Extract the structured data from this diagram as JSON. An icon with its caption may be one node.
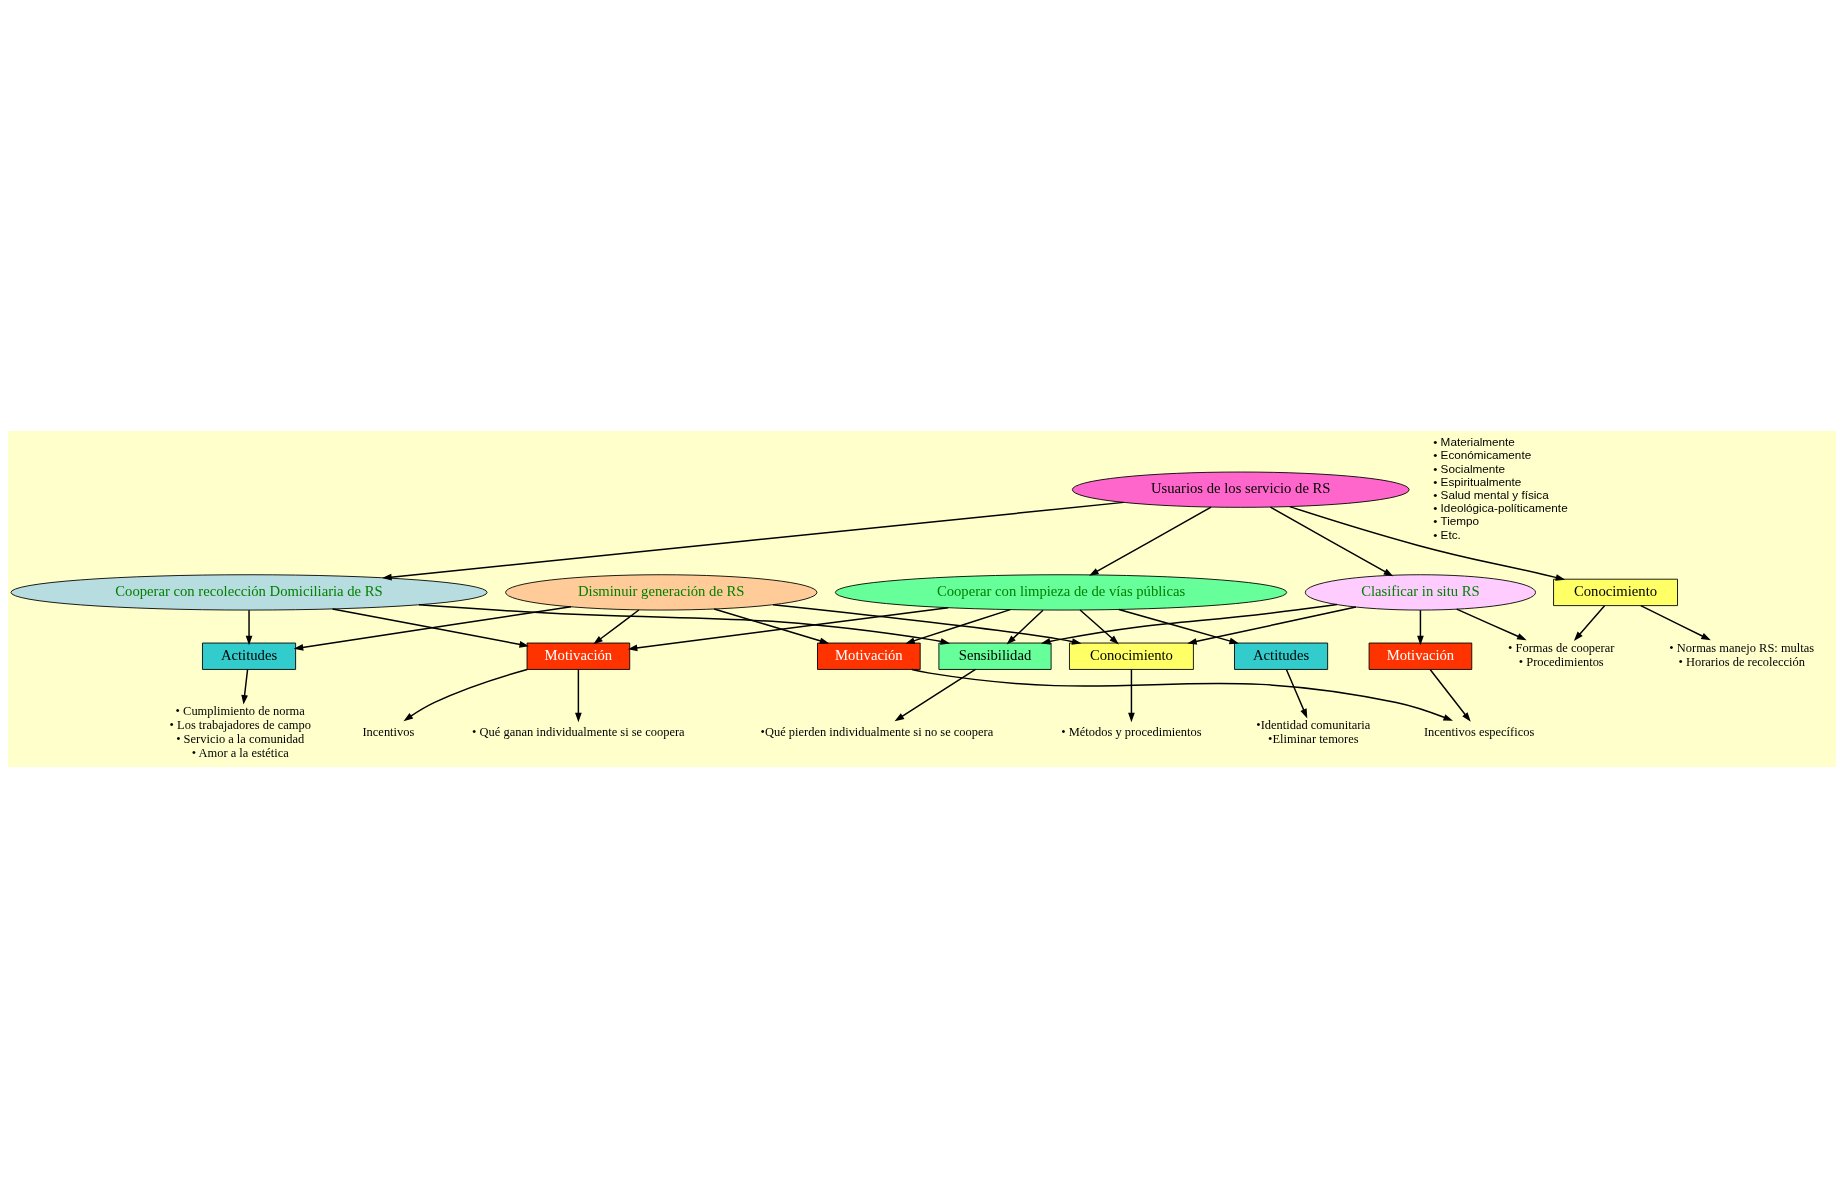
{
  "diagram": {
    "nodes": [
      {
        "text": [
          "Usuarios de los servicio de RS"
        ]
      },
      {
        "text": [
          "Cooperar con recolección Domiciliaria de RS"
        ]
      },
      {
        "text": [
          "Clasificar in situ RS"
        ]
      },
      {
        "text": [
          "Cooperar con limpieza de de vías públicas"
        ]
      },
      {
        "text": [
          "Disminuir generación de RS"
        ]
      },
      {
        "text": [
          "Sensibilidad"
        ]
      },
      {
        "text": [
          "Conocimiento"
        ]
      },
      {
        "text": [
          "Motivación"
        ]
      },
      {
        "text": [
          "Actitudes"
        ]
      },
      {
        "text": [
          "Conocimiento"
        ]
      },
      {
        "text": [
          "Actitudes"
        ]
      },
      {
        "text": [
          "Motivación"
        ]
      },
      {
        "text": [
          "Motivación"
        ]
      },
      {
        "text": [
          "•Qué pierden individualmente si no se coopera"
        ]
      },
      {
        "text": [
          "• Qué ganan individualmente si se coopera"
        ]
      },
      {
        "text": [
          "Incentivos"
        ]
      },
      {
        "text": [
          "• Cumplimiento de norma",
          "• Los trabajadores de campo",
          "• Servicio a la comunidad",
          "• Amor a la estética"
        ]
      },
      {
        "text": [
          "• Normas manejo RS: multas",
          "• Horarios de recolección"
        ]
      },
      {
        "text": [
          "• Formas de cooperar",
          "• Procedimientos"
        ]
      },
      {
        "text": [
          "• Métodos y procedimientos"
        ]
      },
      {
        "text": [
          "•Identidad comunitaria",
          "•Eliminar temores"
        ]
      },
      {
        "text": [
          "Incentivos específicos"
        ]
      }
    ],
    "edges": [
      {
        "from": 0,
        "to": 1,
        "arrow": "to"
      },
      {
        "from": 0,
        "to": 6,
        "arrow": "to"
      },
      {
        "from": 0,
        "to": 2,
        "arrow": "to"
      },
      {
        "from": 0,
        "to": 3,
        "arrow": "to"
      },
      {
        "from": 1,
        "to": 5,
        "arrow": "to"
      },
      {
        "from": 1,
        "to": 7,
        "arrow": "to"
      },
      {
        "from": 1,
        "to": 8,
        "arrow": "to"
      },
      {
        "from": 2,
        "to": 5,
        "arrow": "to"
      },
      {
        "from": 3,
        "to": 5,
        "arrow": "to"
      },
      {
        "from": 2,
        "to": 18,
        "arrow": "to"
      },
      {
        "from": 2,
        "to": 11,
        "arrow": "to"
      },
      {
        "from": 2,
        "to": 9,
        "arrow": "to"
      },
      {
        "from": 3,
        "to": 7,
        "arrow": "to"
      },
      {
        "from": 4,
        "to": 7,
        "arrow": "to"
      },
      {
        "from": 4,
        "to": 8,
        "arrow": "to"
      },
      {
        "from": 4,
        "to": 9,
        "arrow": "to"
      },
      {
        "from": 4,
        "to": 12,
        "arrow": "to"
      },
      {
        "from": 3,
        "to": 9,
        "arrow": "to"
      },
      {
        "from": 3,
        "to": 10,
        "arrow": "to"
      },
      {
        "from": 3,
        "to": 12,
        "arrow": "to"
      },
      {
        "from": 5,
        "to": 13,
        "arrow": "to"
      },
      {
        "from": 6,
        "to": 17,
        "arrow": "to"
      },
      {
        "from": 6,
        "to": 18,
        "arrow": "to"
      },
      {
        "from": 7,
        "to": 14,
        "arrow": "to"
      },
      {
        "from": 7,
        "to": 15,
        "arrow": "to"
      },
      {
        "from": 8,
        "to": 16,
        "arrow": "to"
      },
      {
        "from": 9,
        "to": 19,
        "arrow": "to"
      },
      {
        "from": 10,
        "to": 20,
        "arrow": "to"
      },
      {
        "from": 11,
        "to": 21,
        "arrow": "to"
      },
      {
        "from": 12,
        "to": 21,
        "arrow": "to"
      }
    ],
    "labels": [
      "• Materialmente",
      "• Económicamente",
      "• Socialmente",
      "• Espiritualmente",
      "• Salud mental y física",
      "• Ideológica-políticamente",
      "• Tiempo",
      "• Etc."
    ]
  }
}
